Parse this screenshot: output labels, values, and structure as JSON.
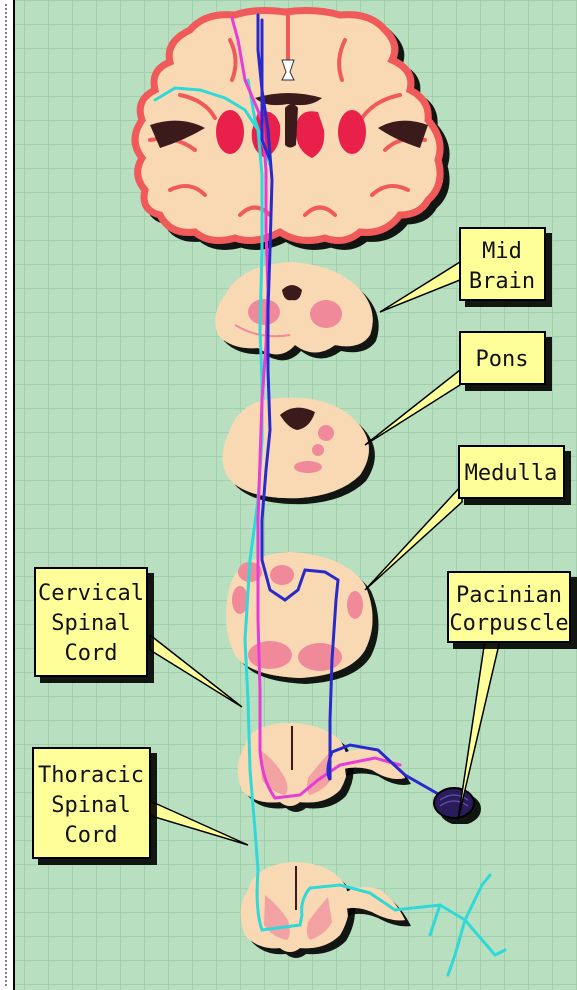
{
  "colors": {
    "background": "#b8e0c0",
    "grid": "#9bcaa6",
    "tissue": "#f9d9b4",
    "tissue_outline": "#f05a5a",
    "nuclei": "#f08a9a",
    "deep_nuclei": "#e8204a",
    "label_fill": "#ffff99",
    "pathway_magenta": "#e83cd8",
    "pathway_blue": "#2a2acc",
    "pathway_cyan": "#30d8d8",
    "receptor": "#2a1a5a"
  },
  "labels": {
    "midbrain": [
      "Mid",
      "Brain"
    ],
    "pons": [
      "Pons"
    ],
    "medulla": [
      "Medulla"
    ],
    "cervical": [
      "Cervical",
      "Spinal",
      "Cord"
    ],
    "thoracic": [
      "Thoracic",
      "Spinal",
      "Cord"
    ],
    "pacinian": [
      "Pacinian",
      "Corpuscle"
    ]
  }
}
